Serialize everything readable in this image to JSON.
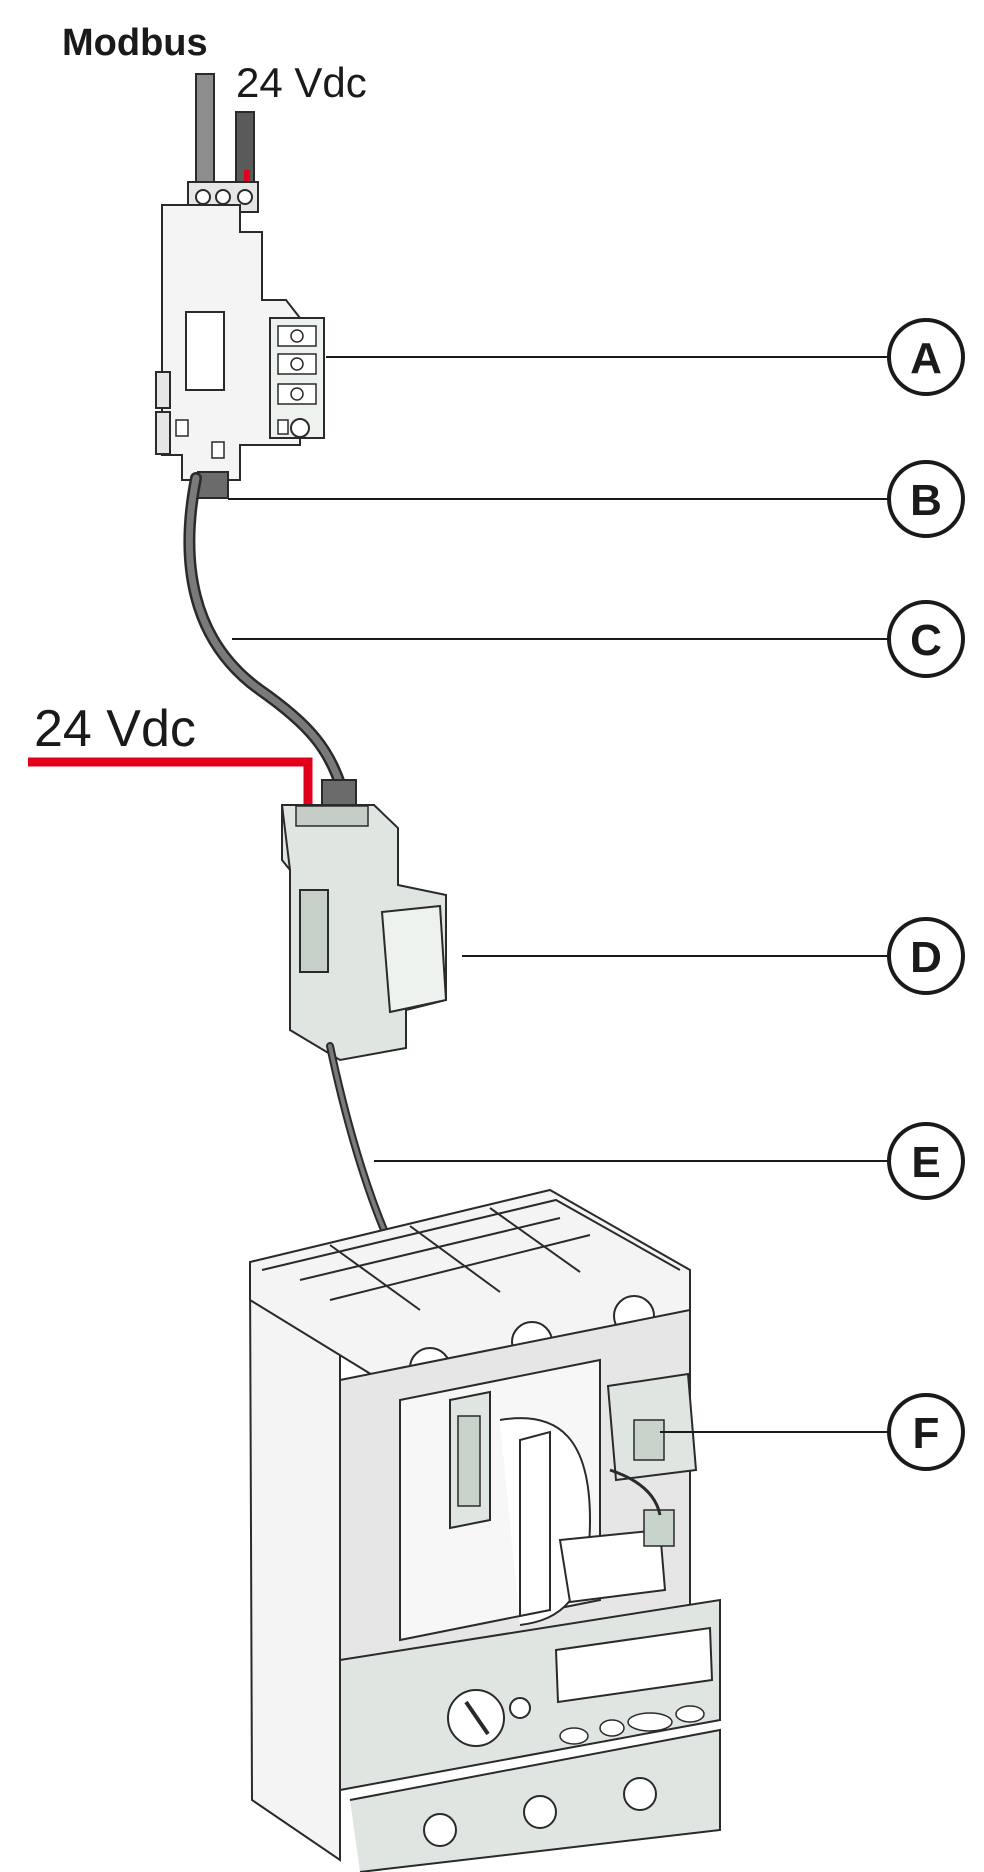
{
  "labels": {
    "modbus": "Modbus",
    "vdc_top": "24 Vdc",
    "vdc_mid": "24 Vdc"
  },
  "callouts": [
    {
      "id": "A",
      "letter": "A"
    },
    {
      "id": "B",
      "letter": "B"
    },
    {
      "id": "C",
      "letter": "C"
    },
    {
      "id": "D",
      "letter": "D"
    },
    {
      "id": "E",
      "letter": "E"
    },
    {
      "id": "F",
      "letter": "F"
    }
  ],
  "colors": {
    "power_line": "#e0001b",
    "device_body": "#dfe6e1",
    "cable": "#4a4a4a"
  }
}
